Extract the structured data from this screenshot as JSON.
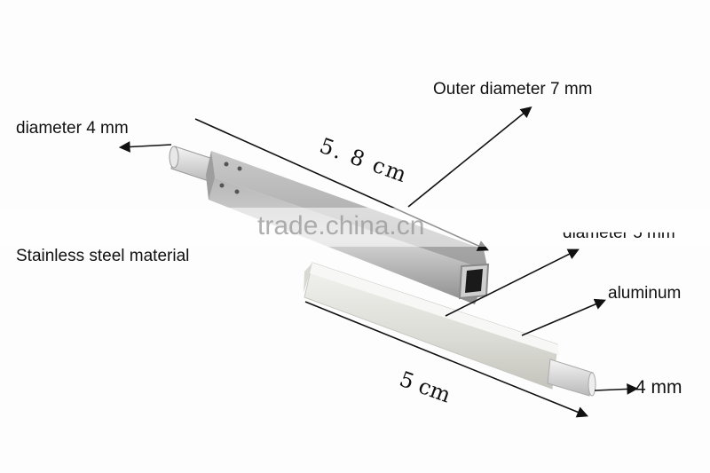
{
  "labels": {
    "outer_diameter": "Outer diameter 7 mm",
    "inner_diameter": "diameter 4 mm",
    "length_steel": "5. 8 cm",
    "material_steel": "Stainless steel material",
    "diameter_alu": "diameter 5 mm",
    "material_alu": "aluminum",
    "length_alu": "5 cm",
    "shaft_alu": "4 mm"
  },
  "watermark": {
    "text": "trade.china.cn"
  },
  "colors": {
    "steel_dark": "#8a8a8a",
    "steel_light": "#d8d8d8",
    "aluminum": "#e6e6e2",
    "arrow": "#111111"
  }
}
